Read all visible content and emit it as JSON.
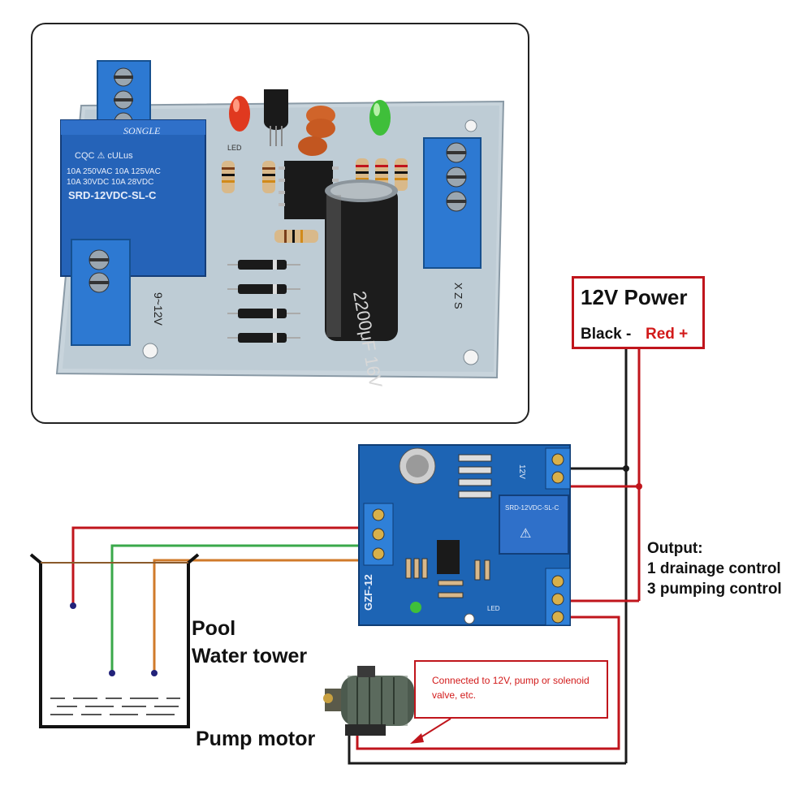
{
  "photo": {
    "relay_brand": "SONGLE",
    "relay_rating_line1": "10A 250VAC  10A 125VAC",
    "relay_rating_line2": "10A  30VDC  10A  28VDC",
    "relay_model": "SRD-12VDC-SL-C",
    "capacitor_label": "2200μF 16V",
    "voltage_label": "9~12V",
    "terminal_label": "X Z S",
    "led_label": "LED"
  },
  "board": {
    "model_label": "GZF-12",
    "relay_model": "SRD-12VDC-SL-C",
    "power_terminal_label": "12V",
    "led_label": "LED"
  },
  "power_box": {
    "title": "12V Power",
    "black": "Black -",
    "red": "Red +"
  },
  "output": {
    "heading": "Output:",
    "line1": "1 drainage control",
    "line2": "3 pumping control"
  },
  "tank": {
    "label1": "Pool",
    "label2": "Water tower"
  },
  "pump": {
    "label": "Pump motor"
  },
  "note": {
    "text": "Connected to 12V, pump or solenoid valve, etc."
  },
  "colors": {
    "wire_red": "#c0151c",
    "wire_black": "#1a1a1a",
    "wire_green": "#3aa84a",
    "wire_orange": "#d07a2a",
    "wire_brown": "#8a5a2b",
    "pcb_blue": "#1d64b4",
    "terminal_blue": "#2f80d8"
  }
}
